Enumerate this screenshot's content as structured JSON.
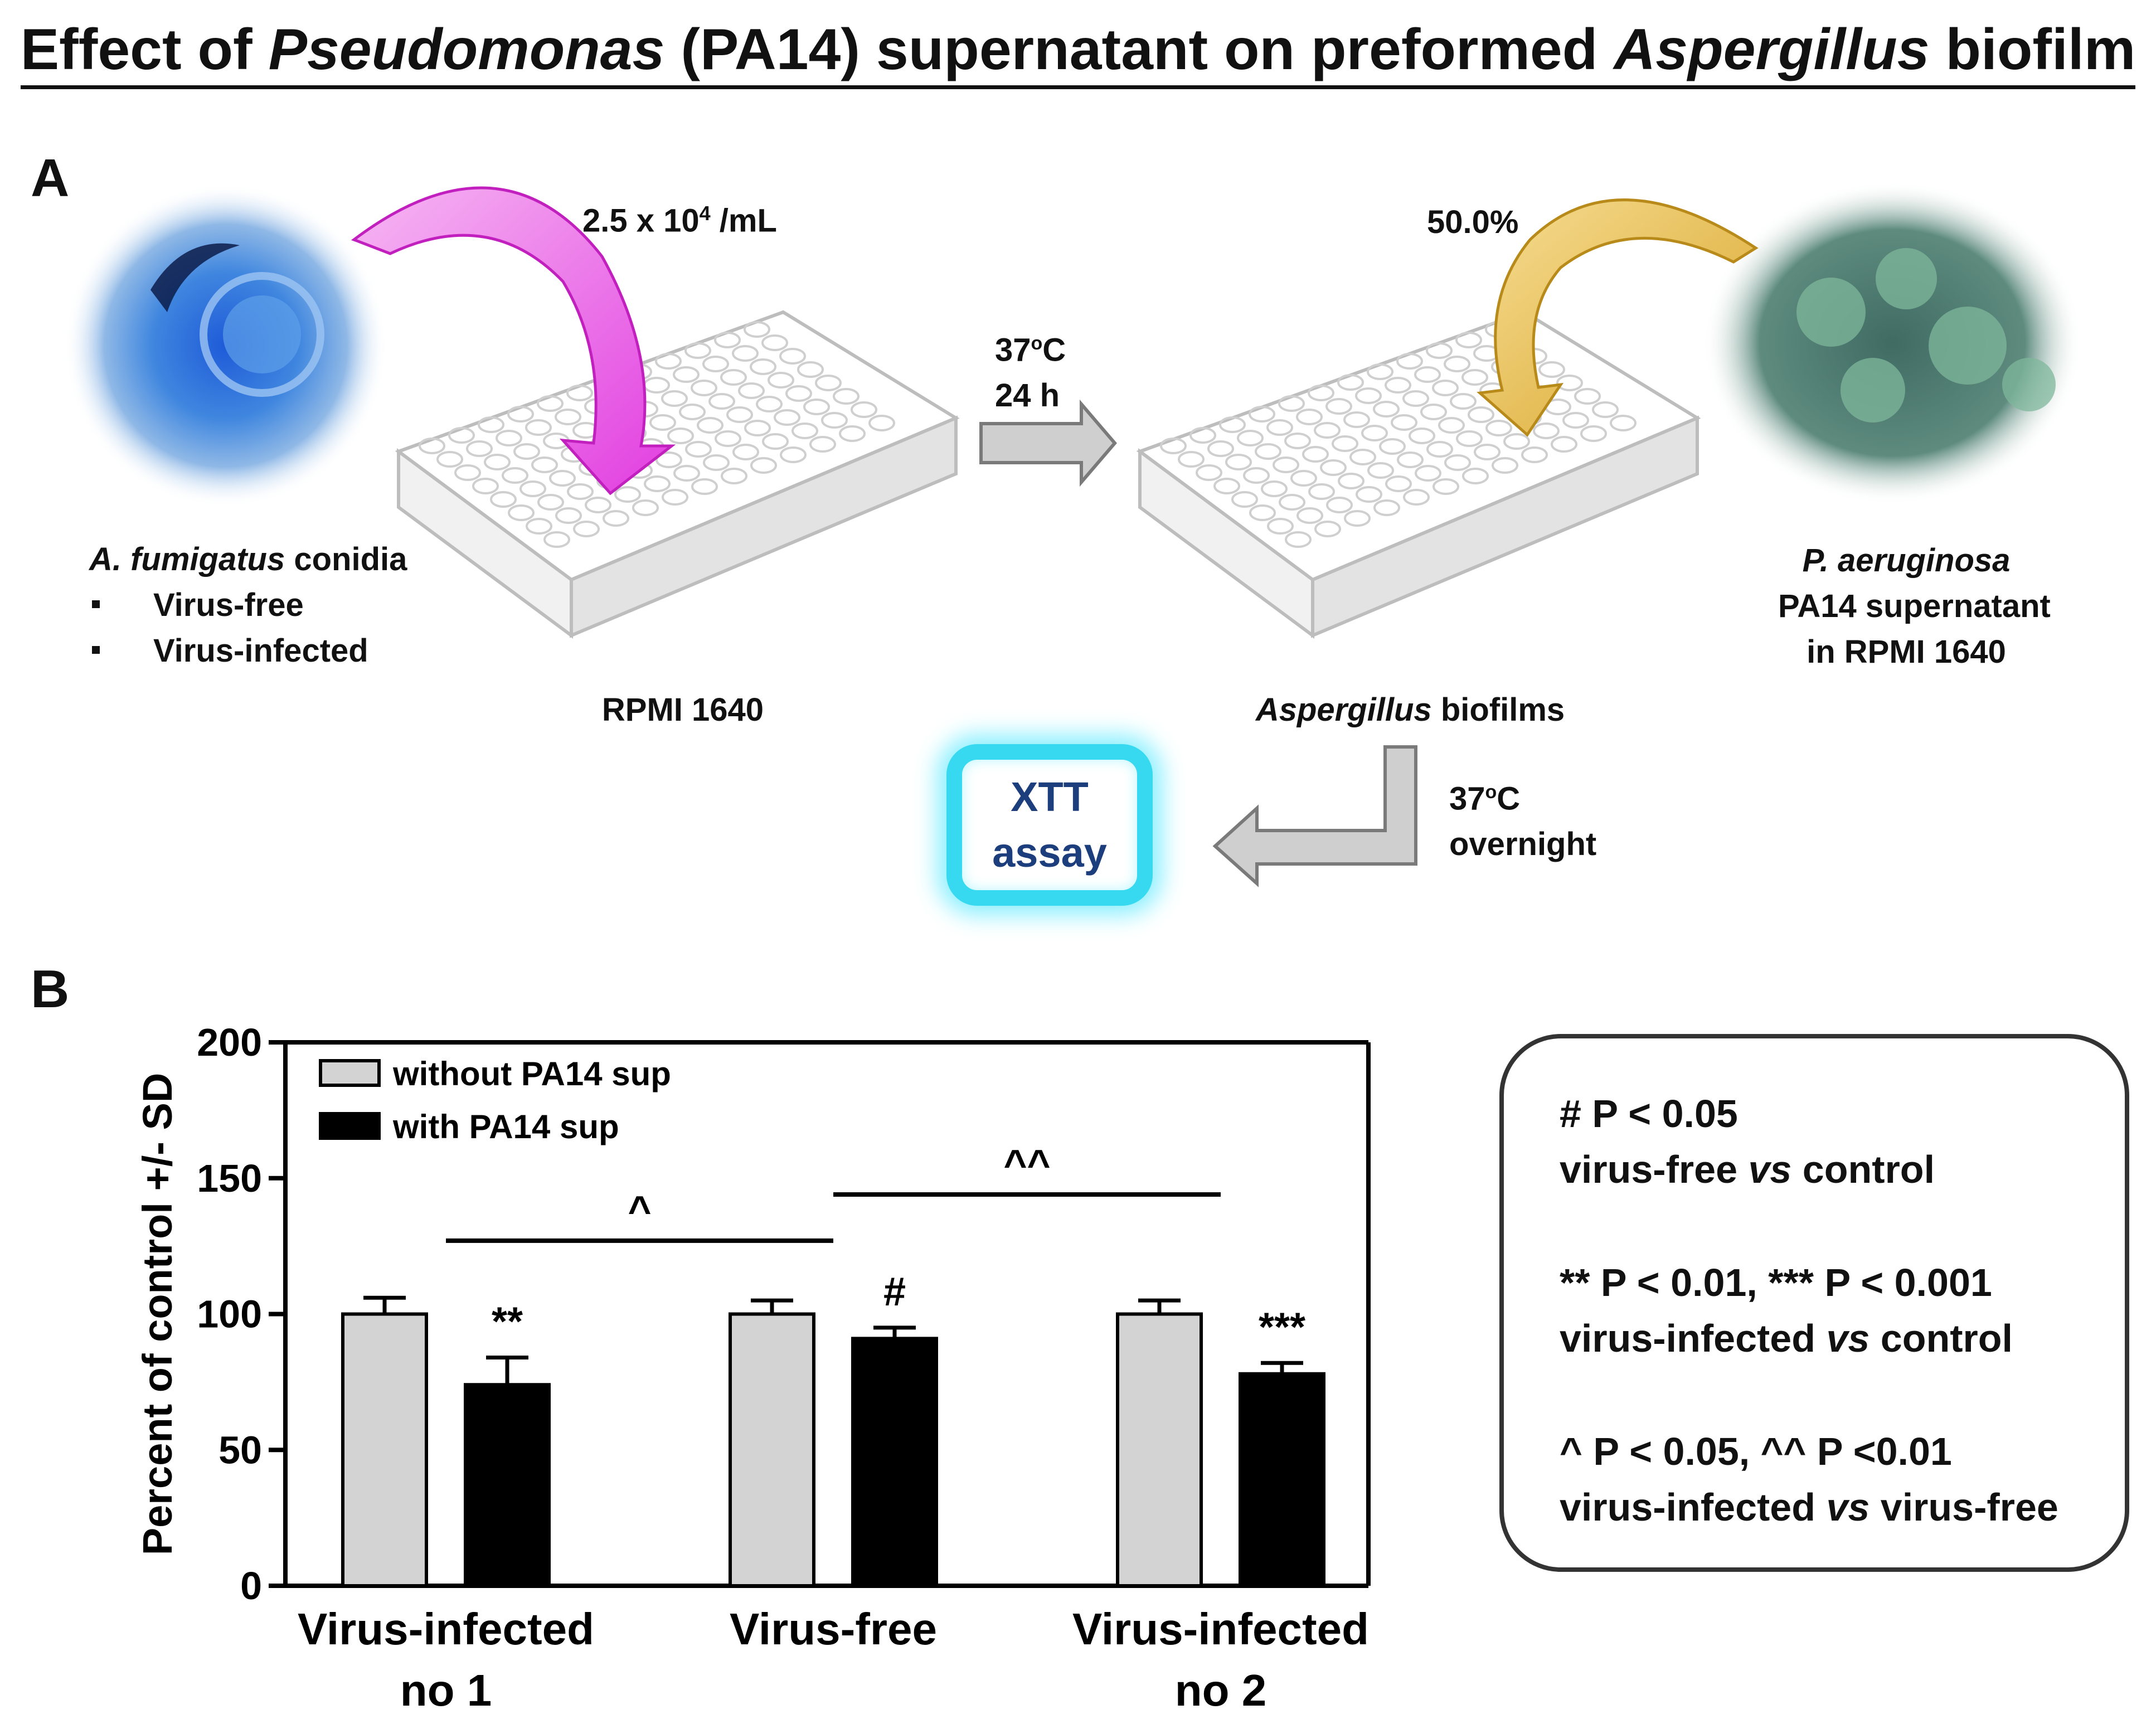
{
  "figure": {
    "title_parts": [
      {
        "text": "Effect of ",
        "italic": false
      },
      {
        "text": "Pseudomonas",
        "italic": true
      },
      {
        "text": " (PA14) supernatant on preformed ",
        "italic": false
      },
      {
        "text": "Aspergillus",
        "italic": true
      },
      {
        "text": " biofilm",
        "italic": false
      }
    ]
  },
  "panel_a": {
    "letter": "A",
    "conidia_label": {
      "species": "A. fumigatus",
      "word": "conidia"
    },
    "conidia_bullets": [
      "Virus-free",
      "Virus-infected"
    ],
    "inoculum": {
      "prefix": "2.5 x 10",
      "exp": "4",
      "suffix": " /mL"
    },
    "plate1_label": "RPMI 1640",
    "step1": {
      "temp_prefix": "37",
      "temp_sup": "o",
      "temp_suffix": "C",
      "time": "24 h"
    },
    "supernatant_fraction": "50.0%",
    "plate2_label": {
      "species": "Aspergillus",
      "word": "biofilms"
    },
    "pseudomonas_label": {
      "species": "P. aeruginosa",
      "line2": "PA14 supernatant",
      "line3": "in RPMI 1640"
    },
    "step2": {
      "temp_prefix": "37",
      "temp_sup": "o",
      "temp_suffix": "C",
      "time": "overnight"
    },
    "assay": {
      "line1": "XTT",
      "line2": "assay"
    },
    "colors": {
      "magenta_arrow": "#e23ee0",
      "gold_arrow": "#e0b33a",
      "gray_arrow": "#c8c8c8",
      "xtt_glow": "#36d9f0",
      "xtt_text": "#1d3e7c"
    }
  },
  "panel_b": {
    "letter": "B",
    "legend_box": [
      {
        "p": "# P < 0.05",
        "desc_parts": [
          {
            "text": "virus-free ",
            "italic": false
          },
          {
            "text": "vs",
            "italic": true
          },
          {
            "text": " control",
            "italic": false
          }
        ]
      },
      {
        "p": "** P < 0.01, *** P < 0.001",
        "desc_parts": [
          {
            "text": "virus-infected ",
            "italic": false
          },
          {
            "text": "vs",
            "italic": true
          },
          {
            "text": " control",
            "italic": false
          }
        ]
      },
      {
        "p": "^ P < 0.05, ^^ P <0.01",
        "desc_parts": [
          {
            "text": "virus-infected ",
            "italic": false
          },
          {
            "text": "vs",
            "italic": true
          },
          {
            "text": " virus-free",
            "italic": false
          }
        ]
      }
    ]
  },
  "chart_data": {
    "type": "bar",
    "categories": [
      [
        "Virus-infected",
        "no 1"
      ],
      [
        "Virus-free"
      ],
      [
        "Virus-infected",
        "no 2"
      ]
    ],
    "series": [
      {
        "name": "without PA14 sup",
        "color": "#d3d3d3",
        "values": [
          100,
          100,
          100
        ],
        "errors": [
          6,
          5,
          5
        ]
      },
      {
        "name": "with PA14 sup",
        "color": "#000000",
        "values": [
          74,
          91,
          78
        ],
        "errors": [
          10,
          4,
          4
        ]
      }
    ],
    "ylabel": "Percent of control +/- SD",
    "xlabel": "",
    "ylim": [
      0,
      200
    ],
    "yticks": [
      0,
      50,
      100,
      150,
      200
    ],
    "legend_position": "top-left",
    "grid": false,
    "bar_annotations": [
      {
        "category": 0,
        "series": 1,
        "text": "**"
      },
      {
        "category": 1,
        "series": 1,
        "text": "#"
      },
      {
        "category": 2,
        "series": 1,
        "text": "***"
      }
    ],
    "brackets": [
      {
        "from_category": 0,
        "to_category": 1,
        "y": 127,
        "text": "^"
      },
      {
        "from_category": 1,
        "to_category": 2,
        "y": 144,
        "text": "^^"
      }
    ]
  }
}
